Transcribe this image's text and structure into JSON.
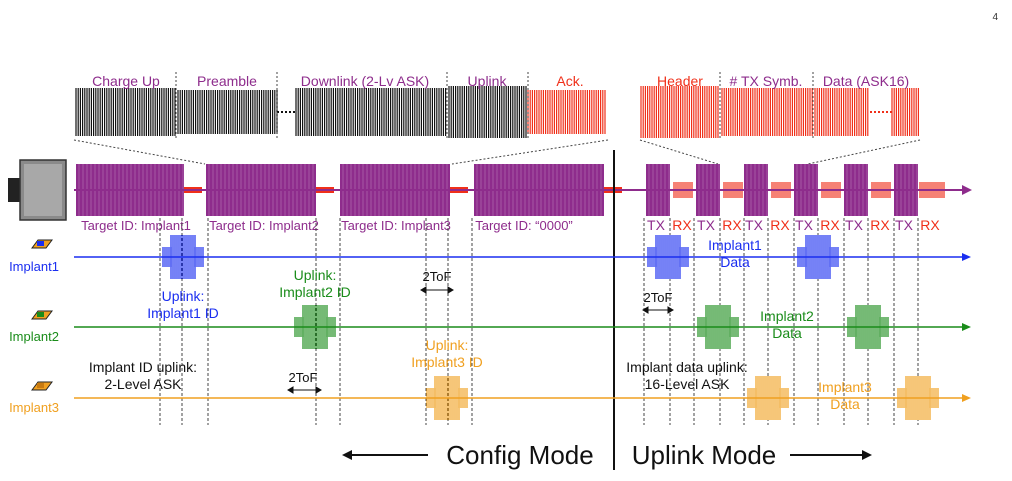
{
  "page_number": "4",
  "colors": {
    "purple": "#8e2c8c",
    "black": "#111111",
    "red": "#f0301a",
    "blue": "#1a2ef0",
    "green": "#1a8c1a",
    "orange": "#f0a020",
    "gray": "#888888"
  },
  "zoom_top_labels": [
    "Charge Up",
    "Preamble",
    "Downlink (2-Lv ASK)",
    "Uplink",
    "Ack."
  ],
  "zoom_top_right_labels": [
    "Header",
    "# TX Symb.",
    "Data (ASK16)"
  ],
  "target_ids": [
    "Target ID: Implant1",
    "Target ID: Implant2",
    "Target ID: Implant3",
    "Target ID: “0000”"
  ],
  "txrx": [
    "TX",
    "RX",
    "TX",
    "RX",
    "TX",
    "RX",
    "TX",
    "RX",
    "TX",
    "RX",
    "TX",
    "RX"
  ],
  "implants": [
    "Implant1",
    "Implant2",
    "Implant3"
  ],
  "config_labels": {
    "uplink1": [
      "Uplink:",
      "Implant1 ID"
    ],
    "uplink2": [
      "Uplink:",
      "Implant2 ID"
    ],
    "uplink3": [
      "Uplink:",
      "Implant3 ID"
    ],
    "tof": "2ToF",
    "id_uplink": [
      "Implant ID uplink:",
      "2-Level ASK"
    ]
  },
  "uplink_labels": {
    "data1": [
      "Implant1",
      "Data"
    ],
    "data2": [
      "Implant2",
      "Data"
    ],
    "data3": [
      "Implant3",
      "Data"
    ],
    "tof": "2ToF",
    "data_uplink": [
      "Implant data uplink:",
      "16-Level ASK"
    ]
  },
  "modes": {
    "config": "Config Mode",
    "uplink": "Uplink Mode"
  }
}
